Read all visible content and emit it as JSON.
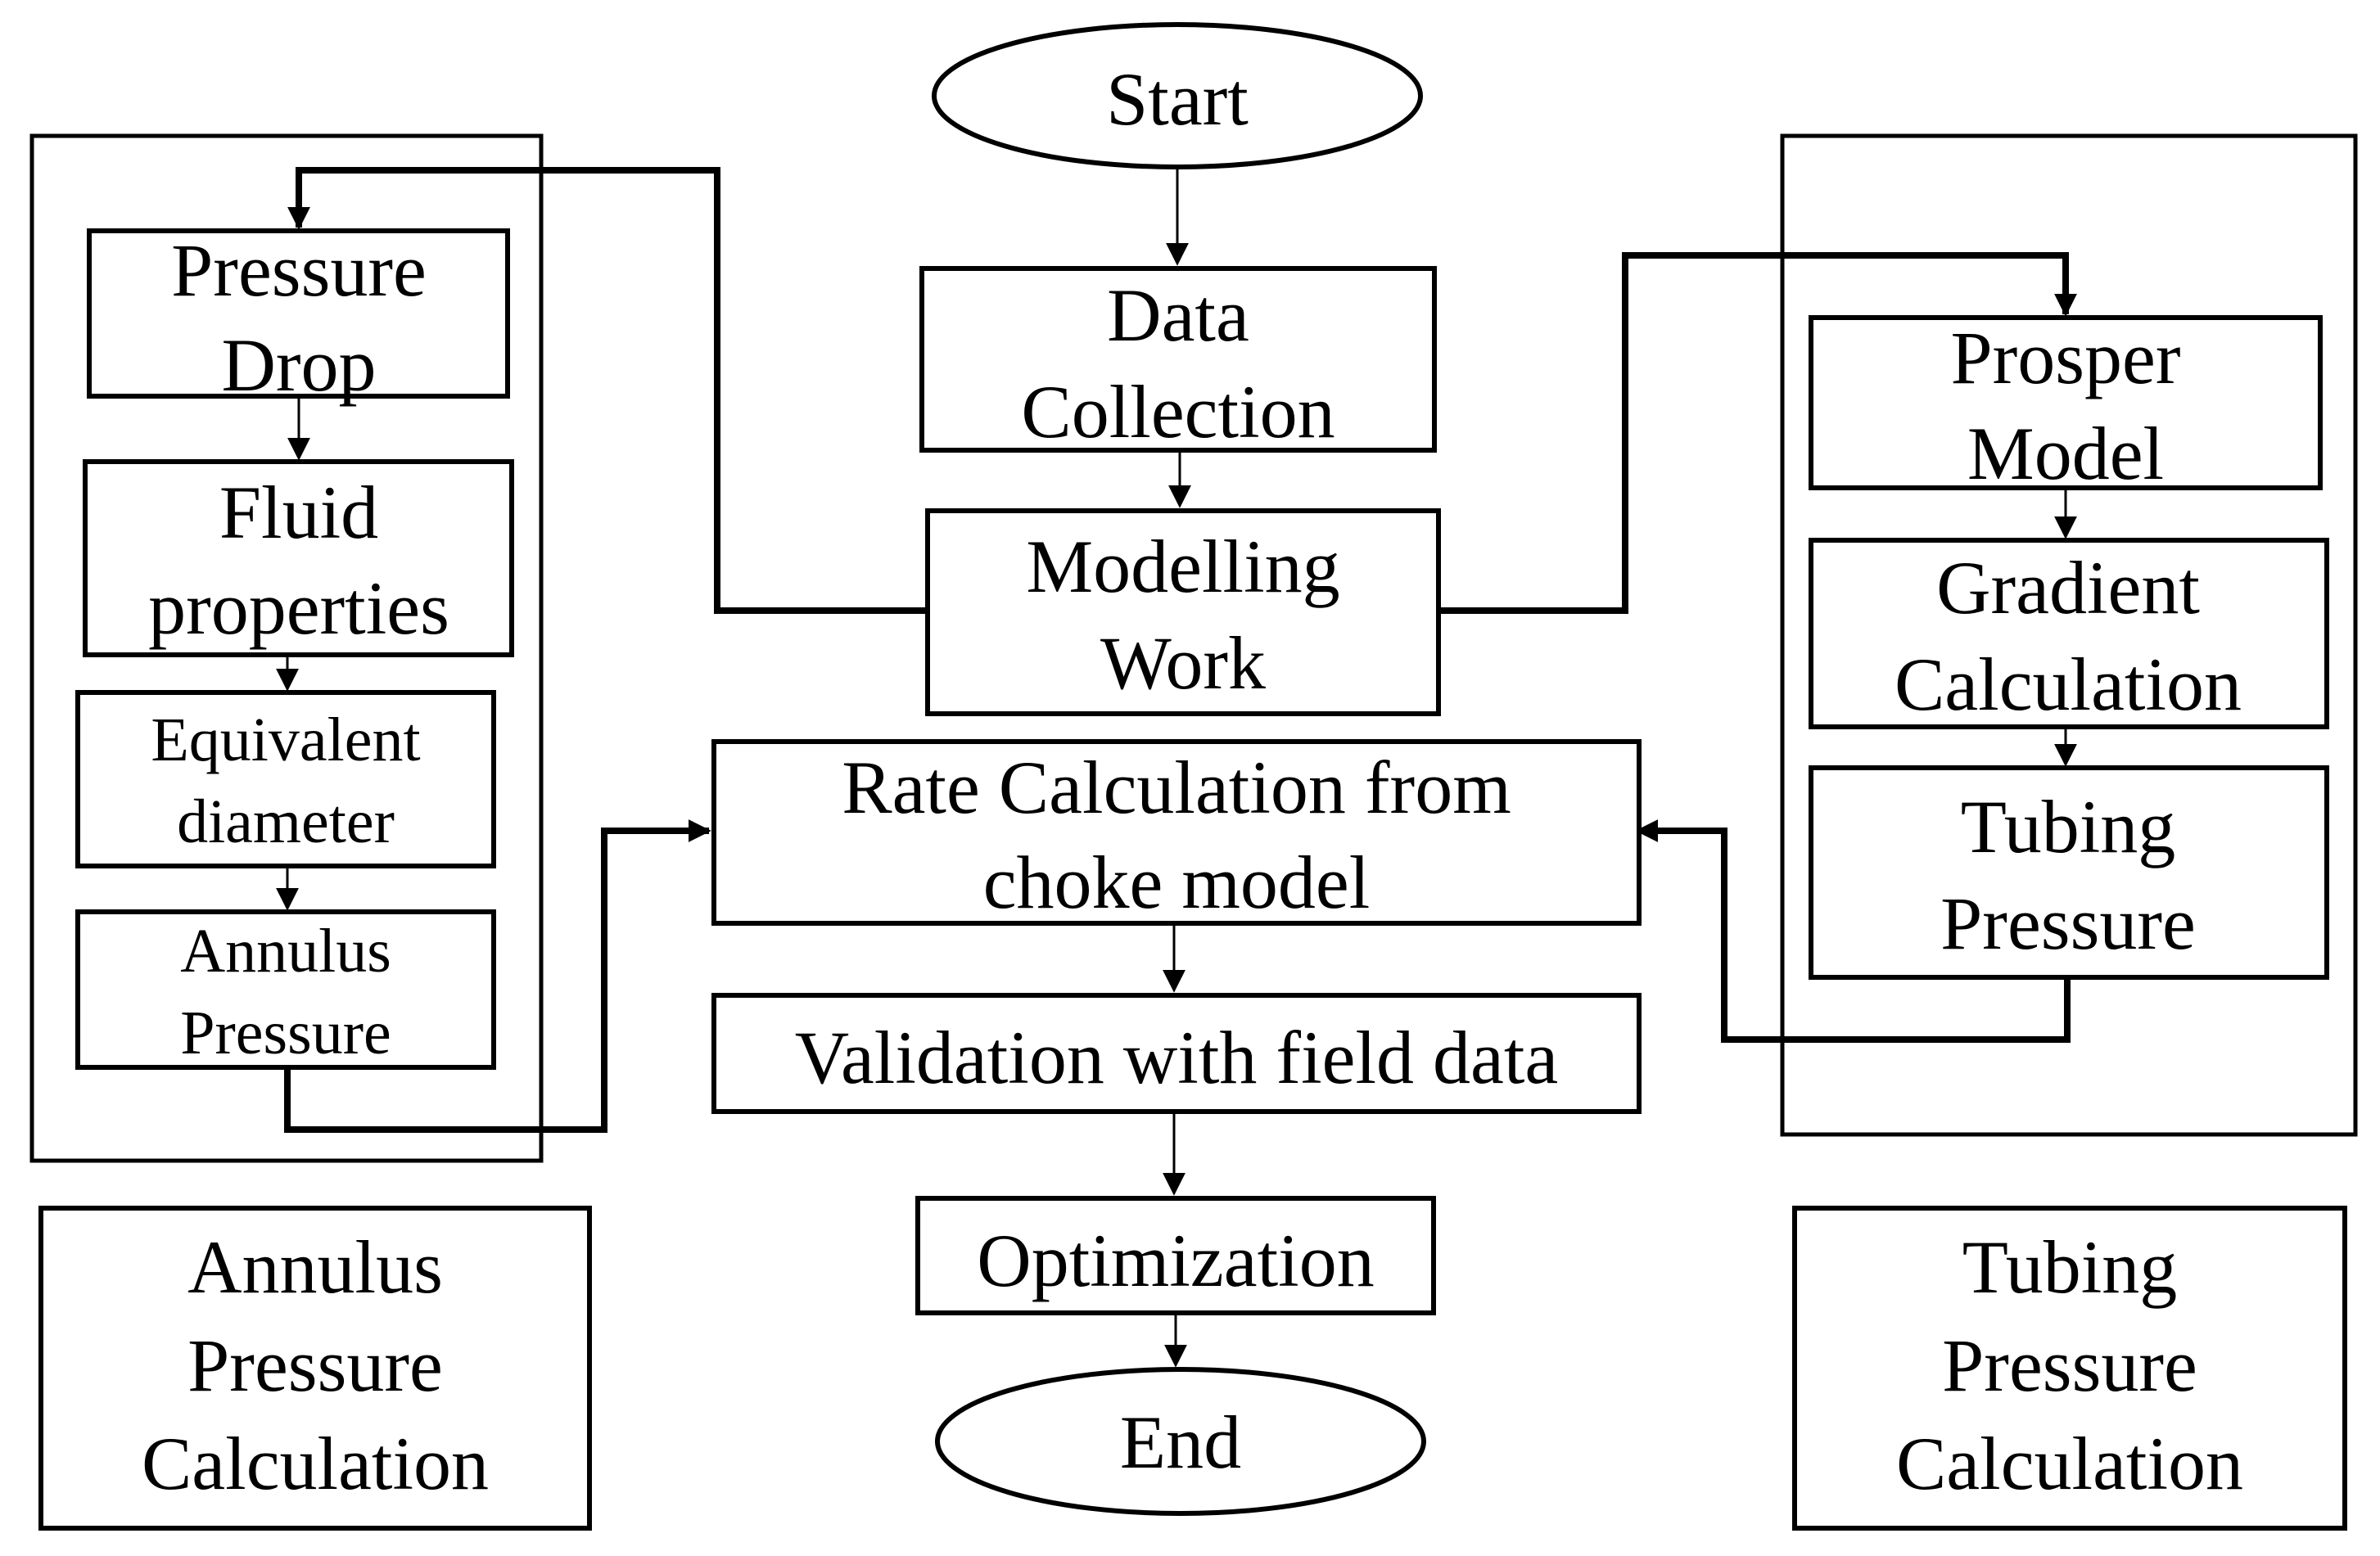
{
  "flowchart": {
    "start": "Start",
    "end": "End",
    "main": {
      "data_collection": [
        "Data",
        "Collection"
      ],
      "modelling_work": [
        "Modelling",
        "Work"
      ],
      "rate_calculation": [
        "Rate Calculation  from",
        "choke model"
      ],
      "validation": "Validation  with field  data",
      "optimization": "Optimization"
    },
    "annulus": {
      "pressure_drop": [
        "Pressure",
        "Drop"
      ],
      "fluid_properties": [
        "Fluid",
        "properties"
      ],
      "equivalent_diameter": [
        "Equivalent",
        "diameter"
      ],
      "annulus_pressure": [
        "Annulus",
        "Pressure"
      ],
      "caption": [
        "Annulus",
        "Pressure",
        "Calculation"
      ]
    },
    "tubing": {
      "prosper_model": [
        "Prosper",
        "Model"
      ],
      "gradient_calculation": [
        "Gradient",
        "Calculation"
      ],
      "tubing_pressure": [
        "Tubing",
        "Pressure"
      ],
      "caption": [
        "Tubing",
        "Pressure",
        "Calculation"
      ]
    }
  }
}
